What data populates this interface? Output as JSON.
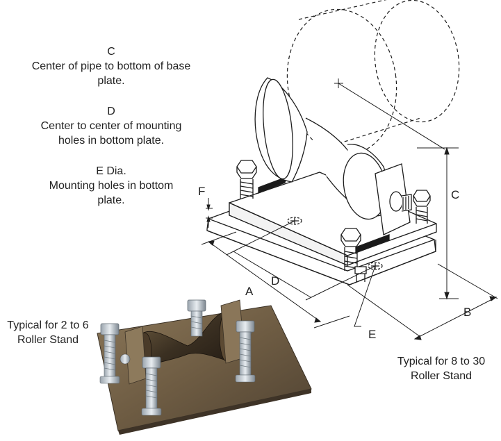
{
  "legend": {
    "c": {
      "letter": "C",
      "desc": "Center of pipe to bottom of base plate."
    },
    "d": {
      "letter": "D",
      "desc": "Center to center of mounting holes in bottom plate."
    },
    "e": {
      "letter": "E Dia.",
      "desc": "Mounting holes in bottom plate."
    }
  },
  "dimensions": {
    "a": "A",
    "b": "B",
    "c": "C",
    "d": "D",
    "e": "E",
    "f": "F"
  },
  "notes": {
    "small": "Typical for 2 to 6 Roller Stand",
    "large": "Typical for 8 to 30 Roller Stand"
  }
}
